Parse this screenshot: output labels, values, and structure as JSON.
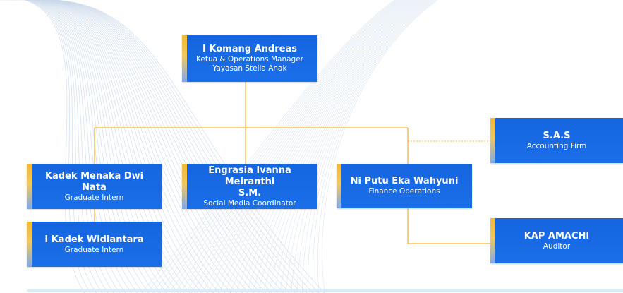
{
  "org_chart": {
    "nodes": [
      {
        "id": "andreas",
        "name": "I Komang Andreas",
        "role": "Ketua & Operations Manager",
        "role2": "Yayasan Stella Anak"
      },
      {
        "id": "kadek-menaka",
        "name": "Kadek Menaka Dwi Nata",
        "role": "Graduate Intern"
      },
      {
        "id": "widiantara",
        "name": "I Kadek Widiantara",
        "role": "Graduate Intern"
      },
      {
        "id": "engrasia",
        "name": "Engrasia Ivanna Meiranthi",
        "name2": "S.M.",
        "role": "Social Media Coordinator"
      },
      {
        "id": "ni-putu",
        "name": "Ni Putu Eka Wahyuni",
        "role": "Finance Operations"
      },
      {
        "id": "sas",
        "name": "S.A.S",
        "role": "Accounting Firm"
      },
      {
        "id": "kap",
        "name": "KAP AMACHI",
        "role": "Auditor"
      }
    ],
    "links": [
      {
        "from": "andreas",
        "to": "kadek-menaka",
        "style": "solid"
      },
      {
        "from": "andreas",
        "to": "engrasia",
        "style": "solid"
      },
      {
        "from": "andreas",
        "to": "ni-putu",
        "style": "solid"
      },
      {
        "from": "kadek-menaka",
        "to": "widiantara",
        "style": "solid"
      },
      {
        "from": "ni-putu",
        "to": "sas",
        "style": "dotted"
      },
      {
        "from": "ni-putu",
        "to": "kap",
        "style": "solid"
      }
    ]
  },
  "colors": {
    "box": "#1565e0",
    "accent_bar": "#f5b731",
    "connector": "#f5b731",
    "background_lines": "#c9d8ea"
  }
}
